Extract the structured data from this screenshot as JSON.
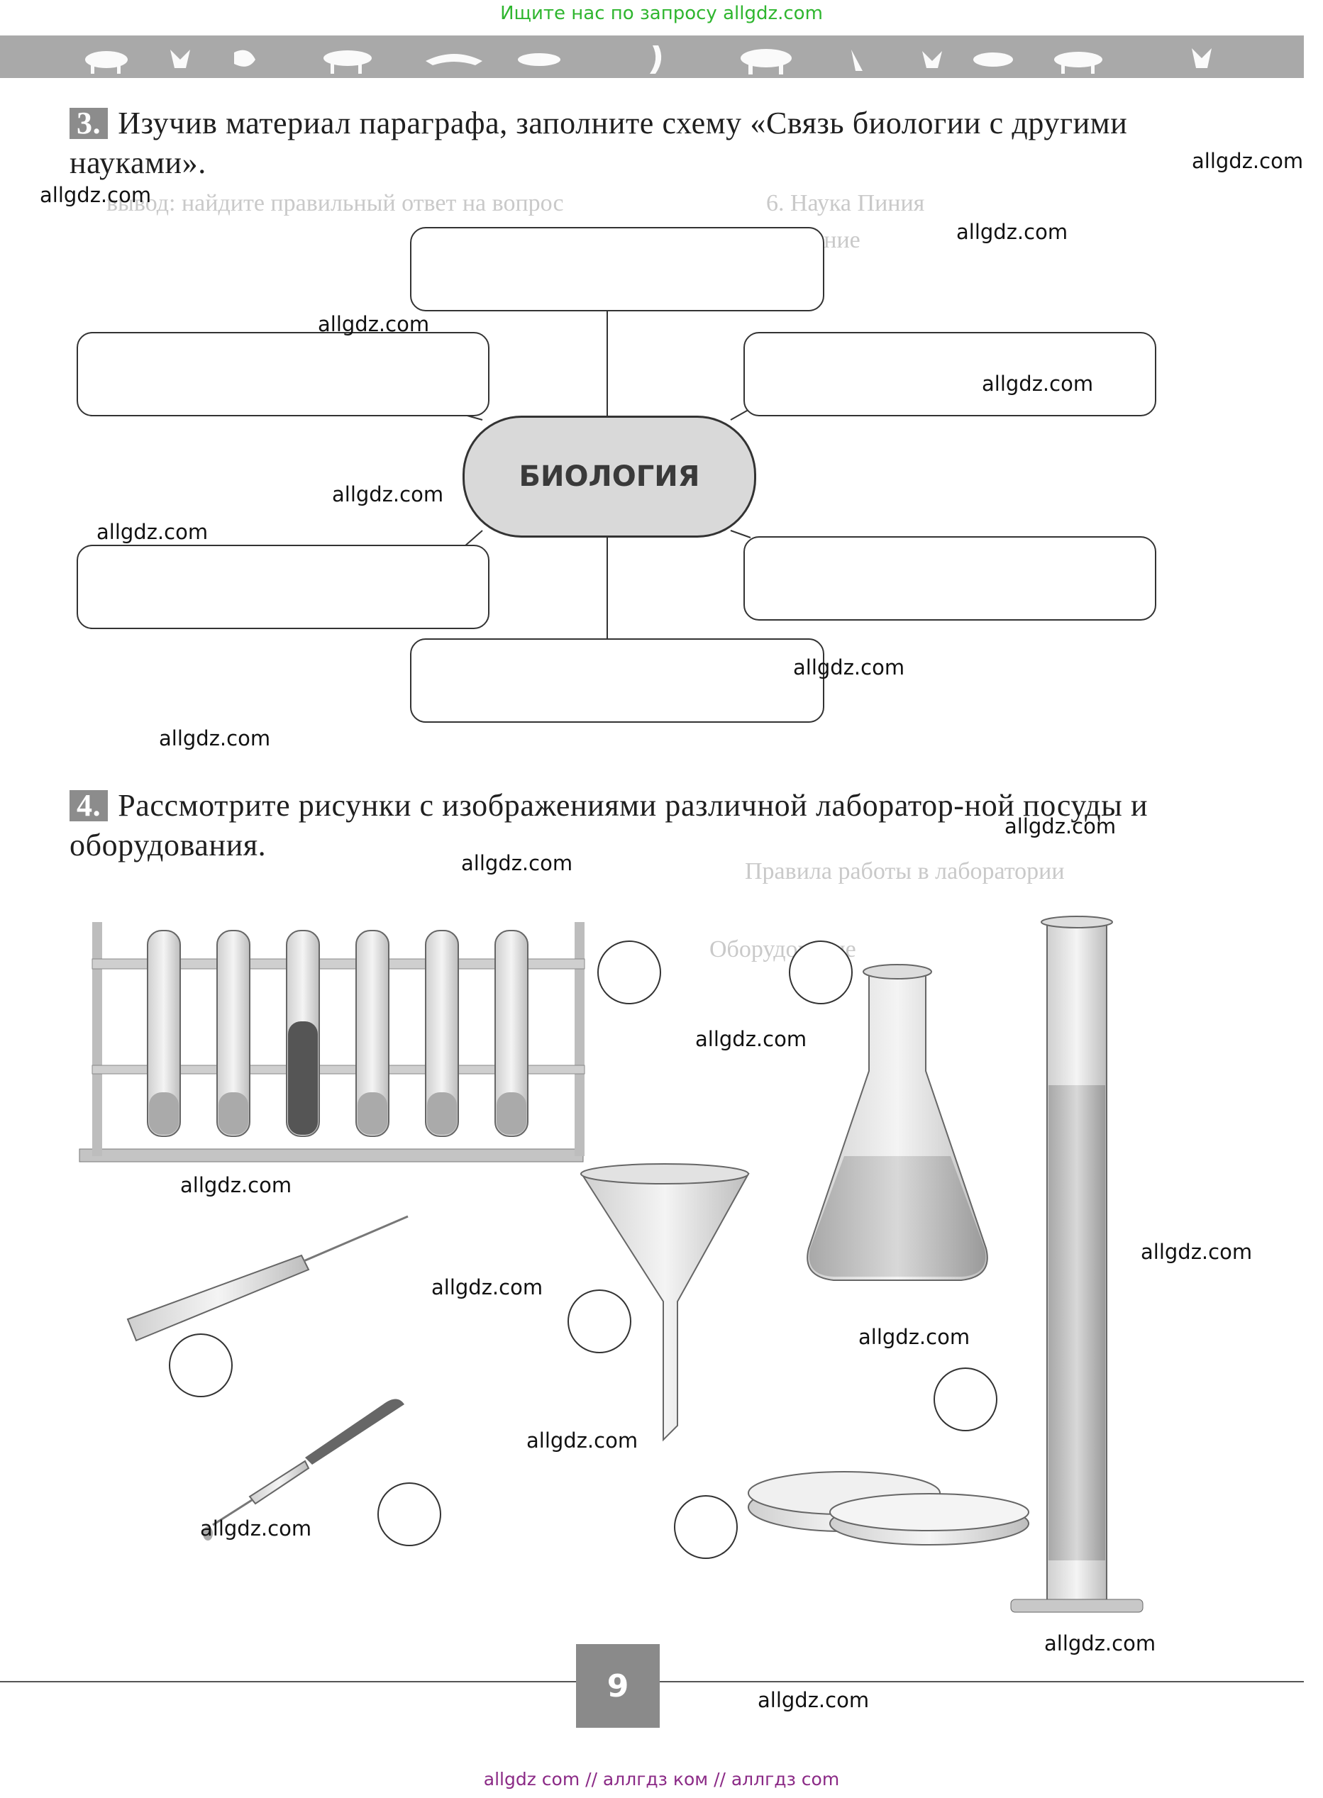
{
  "top_link": "Ищите нас по запросу allgdz.com",
  "task3": {
    "number": "3.",
    "text": "Изучив материал параграфа, заполните схему «Связь биологии с другими науками»."
  },
  "diagram": {
    "center_label": "БИОЛОГИЯ"
  },
  "task4": {
    "number": "4.",
    "text": "Рассмотрите рисунки с изображениями различной лаборатор-ной посуды и оборудования."
  },
  "ghost_lines": [
    "вывод: найдите правильный ответ на вопрос",
    "6. Наука Пиния",
    "определение",
    "Оборудование",
    "Правила работы в лаборатории"
  ],
  "page_number": "9",
  "watermark_text": "allgdz.com",
  "bottom_link": "allgdz com  //  аллгдз ком  //  аллгдз com"
}
